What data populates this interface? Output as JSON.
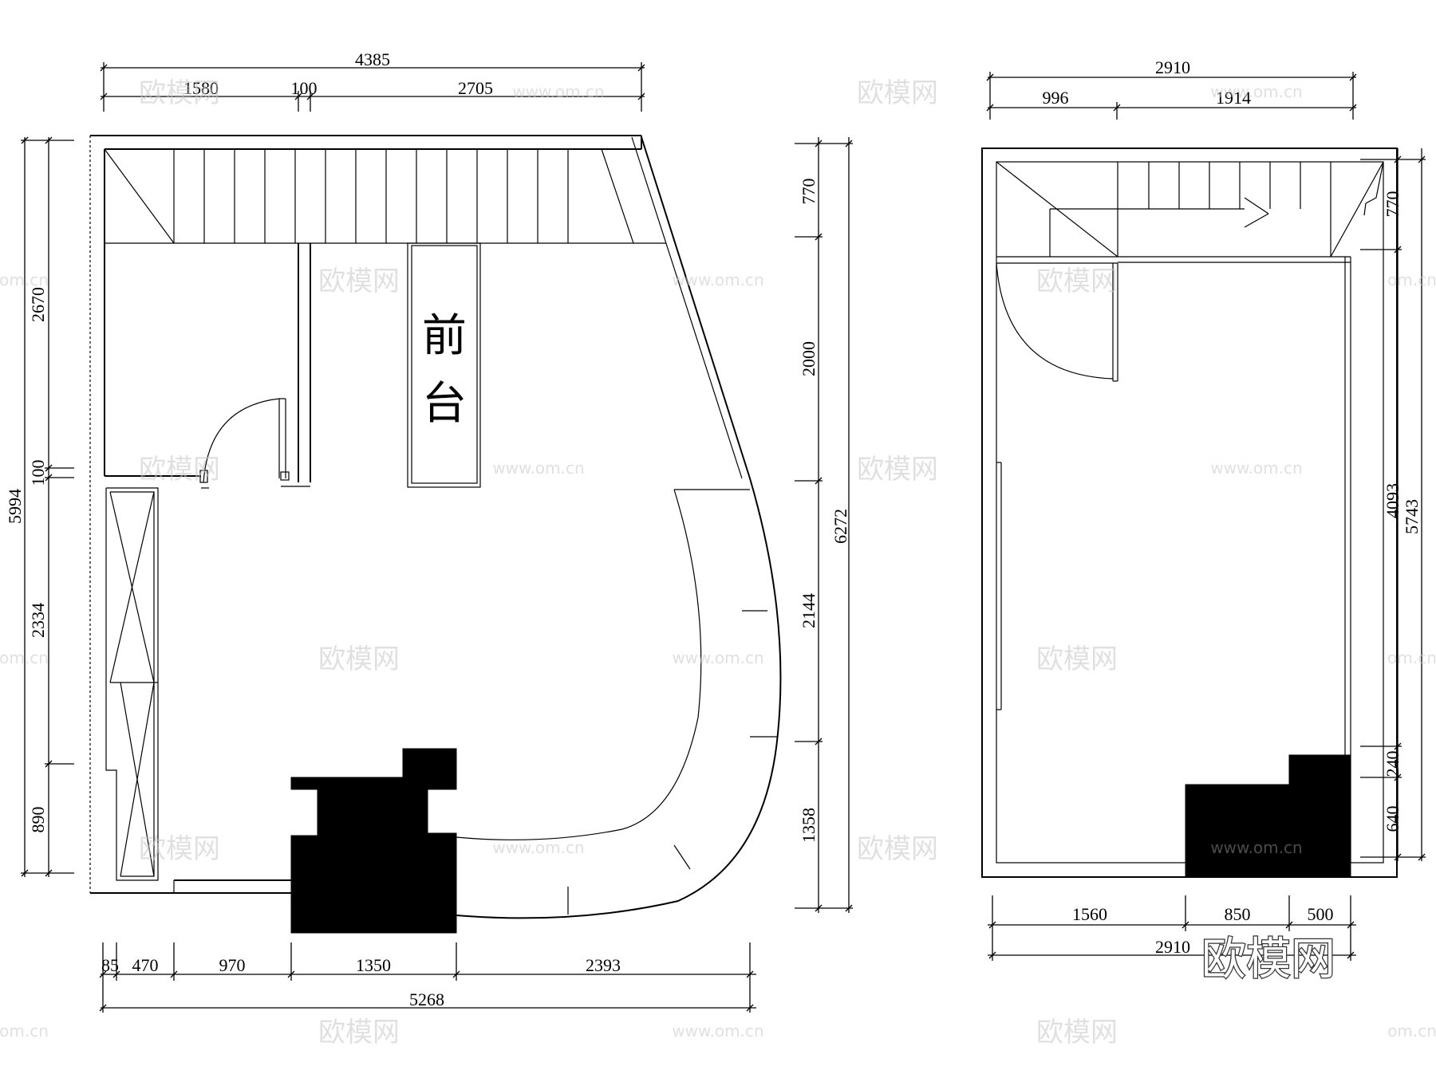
{
  "floor1": {
    "room_label": [
      "前",
      "台"
    ],
    "dims_top": {
      "total": "4385",
      "a": "1580",
      "b": "100",
      "c": "2705"
    },
    "dims_left": {
      "total": "5994",
      "a": "2670",
      "b": "100",
      "c": "2334",
      "d": "890"
    },
    "dims_right": {
      "total": "6272",
      "a": "770",
      "b": "2000",
      "c": "2144",
      "d": "1358"
    },
    "dims_bottom": {
      "total": "5268",
      "a": "85",
      "b": "470",
      "c": "970",
      "d": "1350",
      "e": "2393"
    }
  },
  "floor2": {
    "dims_top": {
      "total": "2910",
      "a": "996",
      "b": "1914"
    },
    "dims_right": {
      "total": "5743",
      "a": "770",
      "b": "4093",
      "c": "240",
      "d": "640"
    },
    "dims_bottom": {
      "total": "2910",
      "a": "1560",
      "b": "850",
      "c": "500"
    }
  },
  "watermarks": {
    "brand": "欧模网",
    "site": "www.om.cn",
    "site_short": "om.cn"
  }
}
